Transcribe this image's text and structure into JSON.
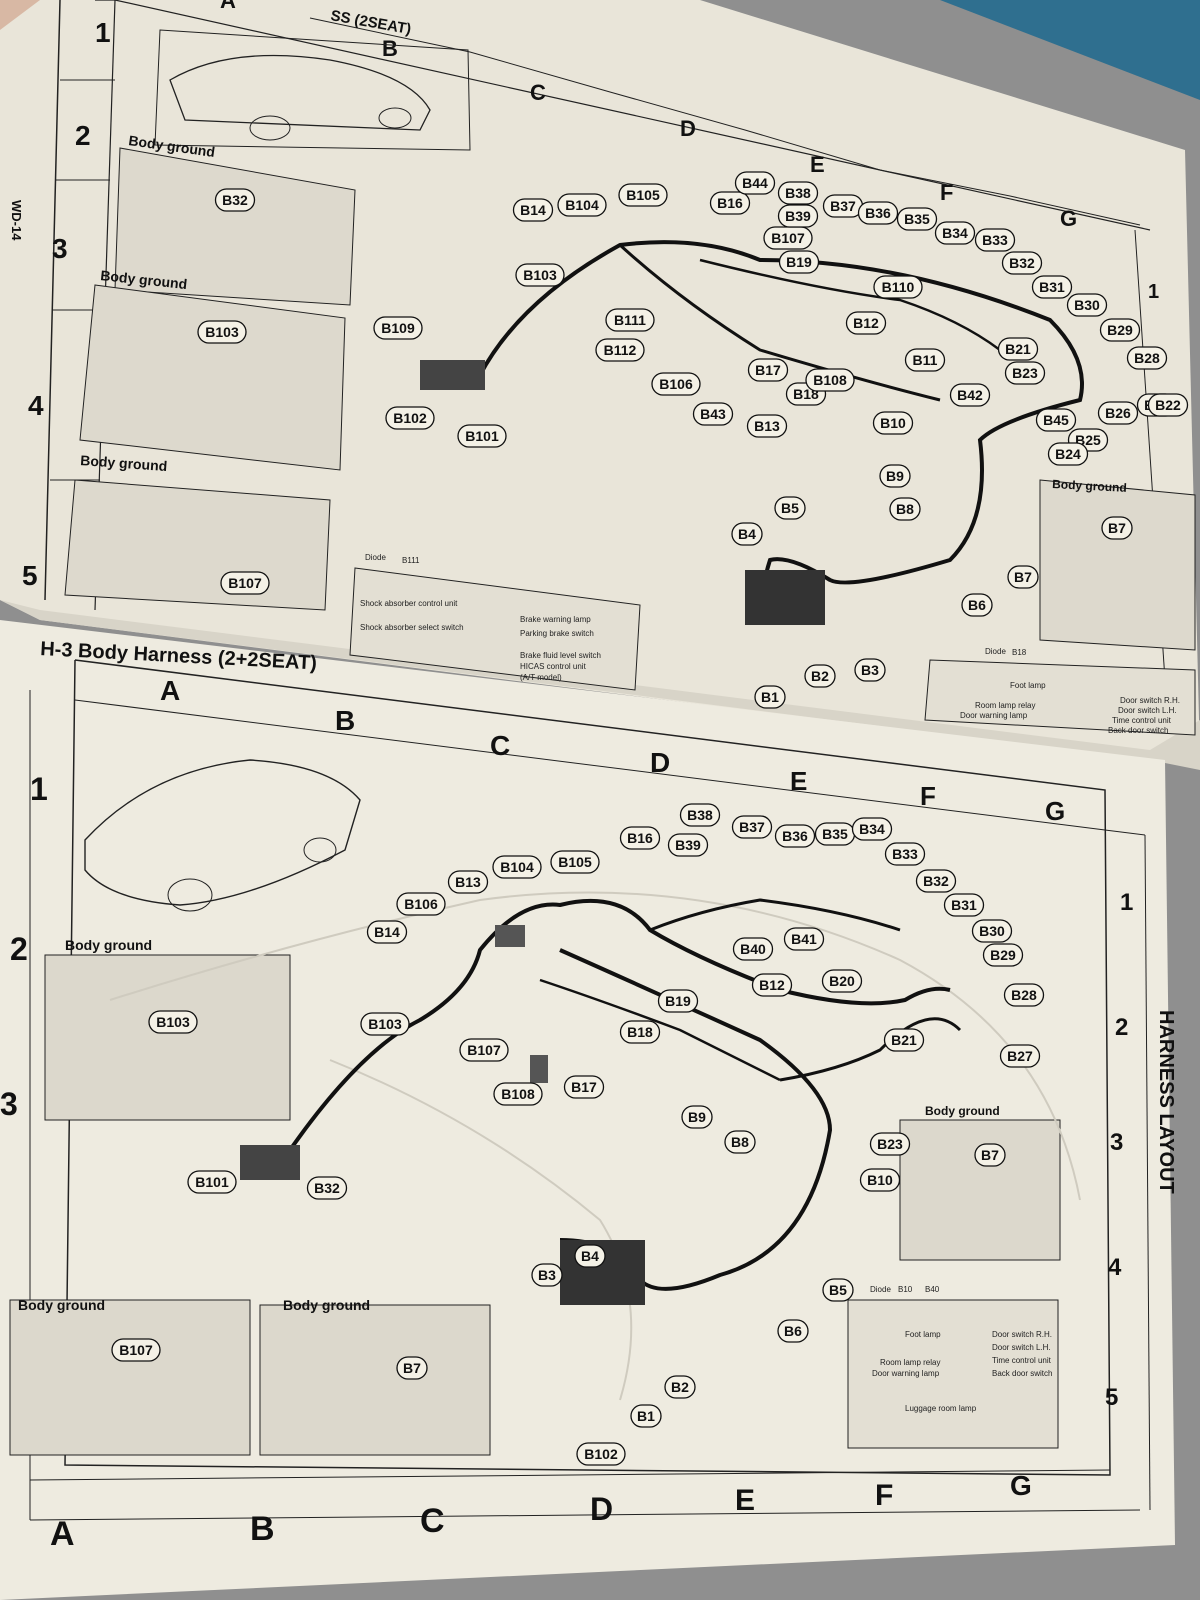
{
  "top_page": {
    "title_fragment": "SS (2SEAT)",
    "cols": [
      "A",
      "B",
      "C",
      "D",
      "E",
      "F",
      "G"
    ],
    "rows": [
      "1",
      "2",
      "3",
      "4",
      "5"
    ],
    "side_label": "WD-14",
    "ground_labels": [
      "Body ground",
      "Body ground",
      "Body ground",
      "Body ground"
    ],
    "connectors": [
      "B32",
      "B103",
      "B107",
      "B7",
      "B14",
      "B104",
      "B105",
      "B16",
      "B44",
      "B38",
      "B37",
      "B36",
      "B35",
      "B34",
      "B33",
      "B32",
      "B31",
      "B30",
      "B29",
      "B28",
      "B27",
      "B26",
      "B25",
      "B24",
      "B45",
      "B23",
      "B21",
      "B22",
      "B11",
      "B12",
      "B110",
      "B19",
      "B107",
      "B39",
      "B111",
      "B112",
      "B106",
      "B43",
      "B13",
      "B17",
      "B18",
      "B108",
      "B10",
      "B9",
      "B8",
      "B42",
      "B5",
      "B4",
      "B3",
      "B2",
      "B1",
      "B6",
      "B7",
      "B109",
      "B102",
      "B101",
      "B103"
    ],
    "diode_label": "Diode",
    "diode_id": "B111",
    "diode_box": [
      "Shock absorber control unit",
      "Shock absorber select switch",
      "Brake warning lamp",
      "Parking brake switch",
      "Brake fluid level switch",
      "HICAS control unit",
      "(A/T model)"
    ],
    "diode2_label": "Diode",
    "diode2_id": "B18",
    "diode2_box": [
      "Foot lamp",
      "Room lamp relay",
      "Door warning lamp",
      "Door switch R.H.",
      "Door switch L.H.",
      "Time control unit",
      "Back door switch"
    ]
  },
  "bottom_page": {
    "title": "H-3   Body Harness (2+2SEAT)",
    "cols": [
      "A",
      "B",
      "C",
      "D",
      "E",
      "F",
      "G"
    ],
    "rows": [
      "1",
      "2",
      "3",
      "4",
      "5"
    ],
    "side_label": "HARNESS LAYOUT",
    "ground_labels": [
      "Body ground",
      "Body ground",
      "Body ground",
      "Body ground"
    ],
    "connectors": [
      "B38",
      "B37",
      "B36",
      "B35",
      "B34",
      "B33",
      "B32",
      "B31",
      "B30",
      "B29",
      "B28",
      "B27",
      "B16",
      "B39",
      "B105",
      "B104",
      "B13",
      "B106",
      "B14",
      "B103",
      "B107",
      "B108",
      "B17",
      "B18",
      "B19",
      "B12",
      "B20",
      "B21",
      "B40",
      "B41",
      "B9",
      "B8",
      "B23",
      "B10",
      "B7",
      "B6",
      "B5",
      "B4",
      "B3",
      "B2",
      "B1",
      "B102",
      "B101",
      "B32",
      "B103",
      "B107",
      "B7"
    ],
    "diode_label": "Diode",
    "diode_ids": [
      "B10",
      "B40"
    ],
    "diode_box": [
      "Foot lamp",
      "Room lamp relay",
      "Door warning lamp",
      "Luggage room lamp",
      "Door switch R.H.",
      "Door switch L.H.",
      "Time control unit",
      "Back door switch"
    ]
  },
  "colors": {
    "paper": "#ece8dc",
    "ink": "#141414",
    "background": "#8f8f8f",
    "faint": "#c9c6bc"
  }
}
